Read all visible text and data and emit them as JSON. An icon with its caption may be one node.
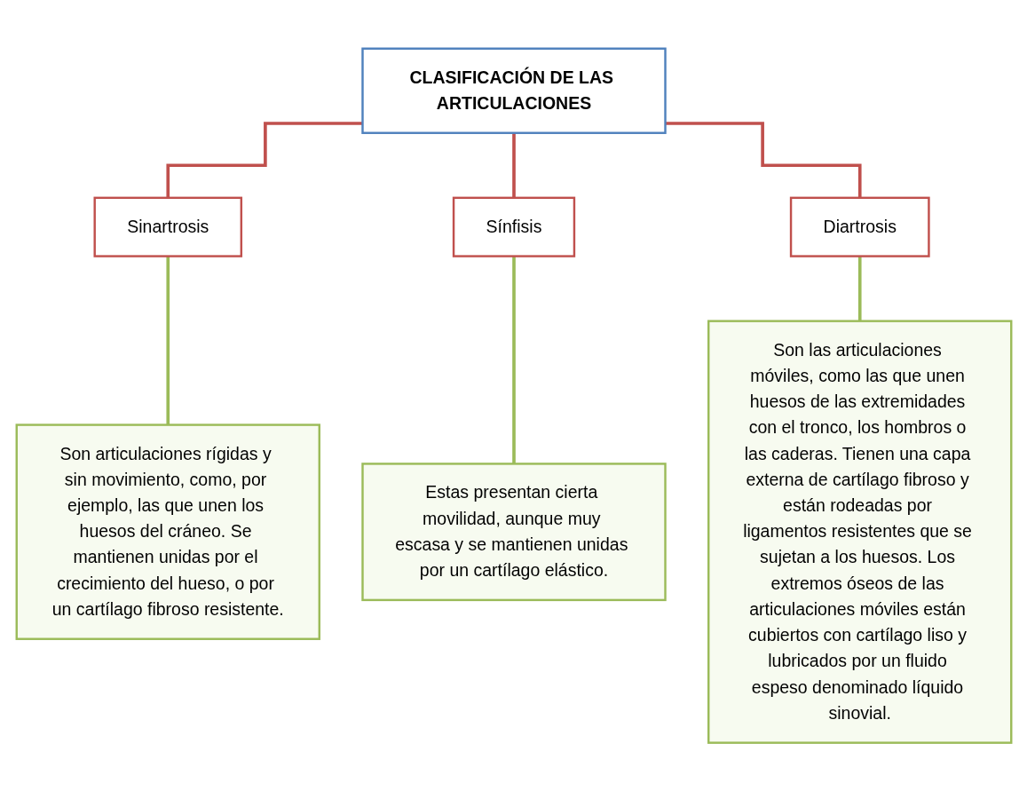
{
  "diagram": {
    "nodes": [
      {
        "text": [
          "CLASIFICACIÓN DE LAS ARTICULACIONES"
        ]
      },
      {
        "text": [
          "Sinartrosis"
        ]
      },
      {
        "text": [
          "Sínfisis"
        ]
      },
      {
        "text": [
          "Diartrosis"
        ]
      },
      {
        "text": [
          "Son articulaciones rígidas y sin movimiento, como, por ejemplo, las que unen los huesos del cráneo. Se mantienen unidas por el crecimiento del hueso, o por un cartílago fibroso resistente."
        ]
      },
      {
        "text": [
          "Estas presentan cierta movilidad, aunque muy escasa y se mantienen unidas por un cartílago elástico."
        ]
      },
      {
        "text": [
          "Son las articulaciones móviles, como las que unen huesos de las extremidades con el tronco, los hombros o las caderas. Tienen una capa externa de cartílago fibroso y están rodeadas por ligamentos resistentes que se sujetan a los huesos. Los extremos óseos de las articulaciones móviles están cubiertos con cartílago liso y lubricados por un fluido espeso denominado líquido sinovial."
        ]
      }
    ],
    "edges": [
      {
        "from": 0,
        "to": 1,
        "arrow": "none",
        "color": "#c0504d"
      },
      {
        "from": 0,
        "to": 2,
        "arrow": "none",
        "color": "#c0504d"
      },
      {
        "from": 0,
        "to": 3,
        "arrow": "none",
        "color": "#c0504d"
      },
      {
        "from": 1,
        "to": 4,
        "arrow": "none",
        "color": "#9bbb59"
      },
      {
        "from": 2,
        "to": 5,
        "arrow": "none",
        "color": "#9bbb59"
      },
      {
        "from": 3,
        "to": 6,
        "arrow": "none",
        "color": "#9bbb59"
      }
    ]
  }
}
